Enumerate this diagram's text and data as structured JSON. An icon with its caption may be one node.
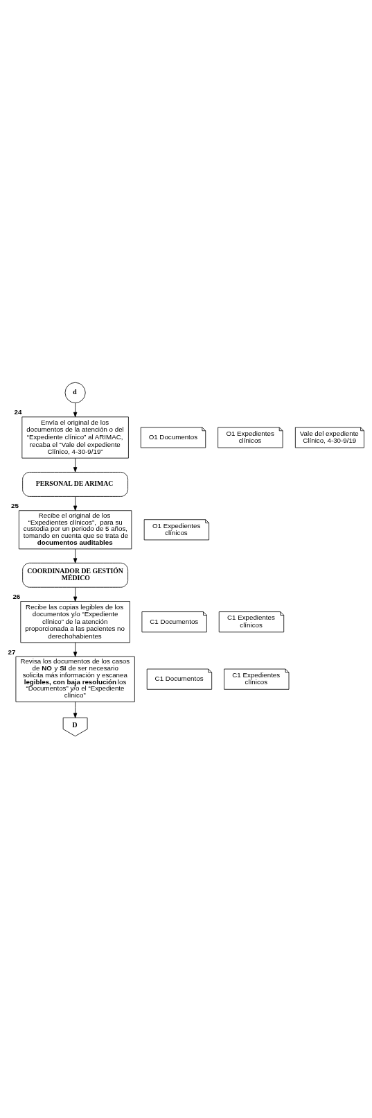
{
  "diagram": {
    "nodes": [
      {
        "text": [
          "d"
        ]
      },
      {
        "text": [
          "Envía el original de los documentos de la atención o del “Expediente clínico” al ARIMAC, recaba el “Vale del expediente Clínico, 4-30-9/19”"
        ],
        "beside": [
          "24"
        ]
      },
      {
        "text": [
          "O1 Documentos"
        ]
      },
      {
        "text": [
          "O1 Expedientes clínicos"
        ]
      },
      {
        "text": [
          "Vale del expediente Clínico, 4-30-9/19"
        ]
      },
      {
        "text": [
          "PERSONAL DE ARIMAC"
        ]
      },
      {
        "text": [
          "Recibe el original de los “Expedientes clínicos”,  para su custodia por un periodo de 5 años, tomando en cuenta que se trata de **documentos auditables**"
        ],
        "beside": [
          "25"
        ]
      },
      {
        "text": [
          "O1 Expedientes clínicos"
        ]
      },
      {
        "text": [
          "COORDINADOR DE GESTIÓN MÉDICO"
        ]
      },
      {
        "text": [
          "Recibe las copias legibles de los documentos y/o “Expediente clínico” de la atención proporcionada a las pacientes no derechohabientes"
        ],
        "beside": [
          "26"
        ]
      },
      {
        "text": [
          "C1 Documentos"
        ]
      },
      {
        "text": [
          "C1 Expedientes clínicos"
        ]
      },
      {
        "text": [
          "Revisa los documentos de los casos de **NO** y **SI** de ser necesario solicita más información y escanea **legibles, con baja resolución** los “Documentos” y/o el “Expediente clínico”"
        ],
        "beside": [
          "27"
        ]
      },
      {
        "text": [
          "C1 Documentos"
        ]
      },
      {
        "text": [
          "C1 Expedientes clínicos"
        ]
      },
      {
        "text": [
          "D"
        ]
      }
    ],
    "edges": [
      {
        "from": 0,
        "to": 1,
        "arrow": "to"
      },
      {
        "from": 1,
        "to": 5,
        "arrow": "to"
      },
      {
        "from": 5,
        "to": 6,
        "arrow": "to"
      },
      {
        "from": 6,
        "to": 8,
        "arrow": "to"
      },
      {
        "from": 8,
        "to": 9,
        "arrow": "to"
      },
      {
        "from": 9,
        "to": 12,
        "arrow": "to"
      },
      {
        "from": 12,
        "to": 15,
        "arrow": "to"
      }
    ]
  }
}
